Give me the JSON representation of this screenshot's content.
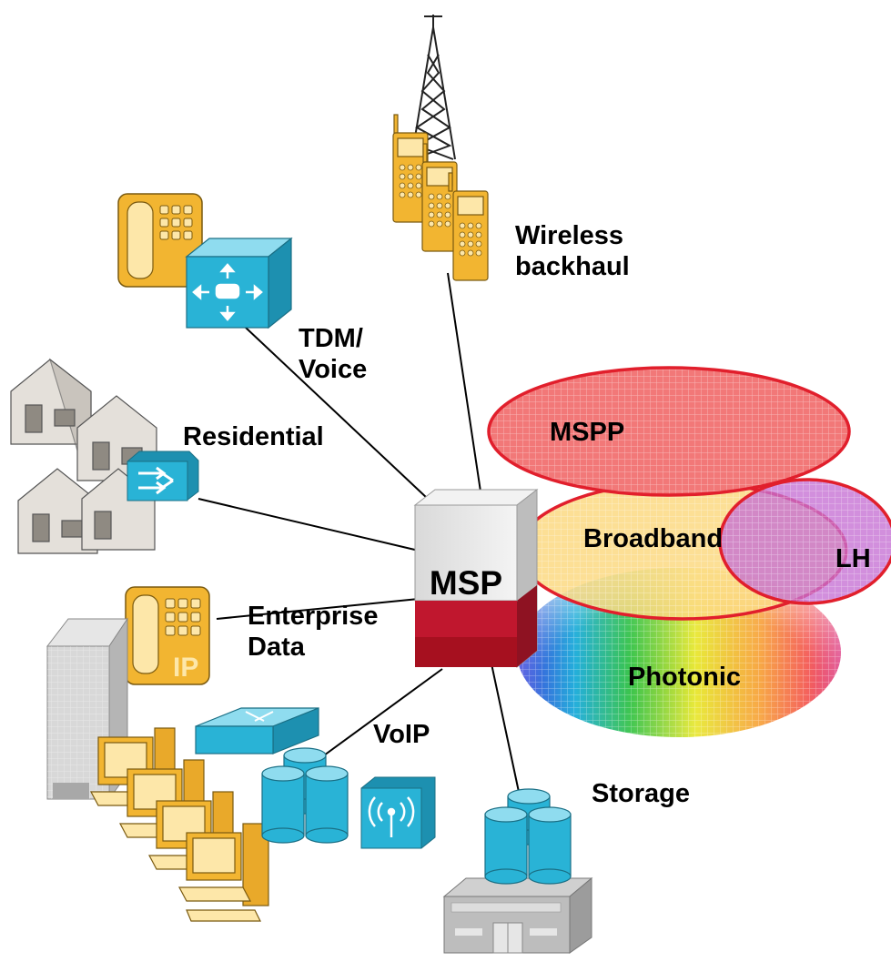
{
  "labels": {
    "wireless": [
      "Wireless",
      "backhaul"
    ],
    "tdm": [
      "TDM/",
      "Voice"
    ],
    "residential": "Residential",
    "enterprise": [
      "Enterprise",
      "Data"
    ],
    "voip": "VoIP",
    "storage": "Storage",
    "msp": "MSP",
    "mspp": "MSPP",
    "broadband": "Broadband",
    "lh": "LH",
    "photonic": "Photonic"
  },
  "icons": {
    "tower": "radio-tower-icon",
    "phones": "mobile-phone-icon",
    "desk_phone": "desk-phone-icon",
    "voice_switch": "voice-switch-icon",
    "houses": "house-icon",
    "residential_gateway": "gateway-icon",
    "ip_phone_text": "IP",
    "office": "office-building-icon",
    "computers": "computer-workstation-icon",
    "router": "router-icon",
    "cylinders": "database-icon",
    "wireless_ap": "wireless-access-point-icon",
    "storage_building": "storage-facility-icon"
  },
  "colors": {
    "device_yellow": "#f2b531",
    "device_blue": "#29b3d6",
    "mspp_red": "#f27878",
    "broadband_yellow": "#fbd982",
    "lh_purple": "#cc88d6",
    "msp_red": "#c0172e",
    "outline_red": "#e11f2c"
  }
}
